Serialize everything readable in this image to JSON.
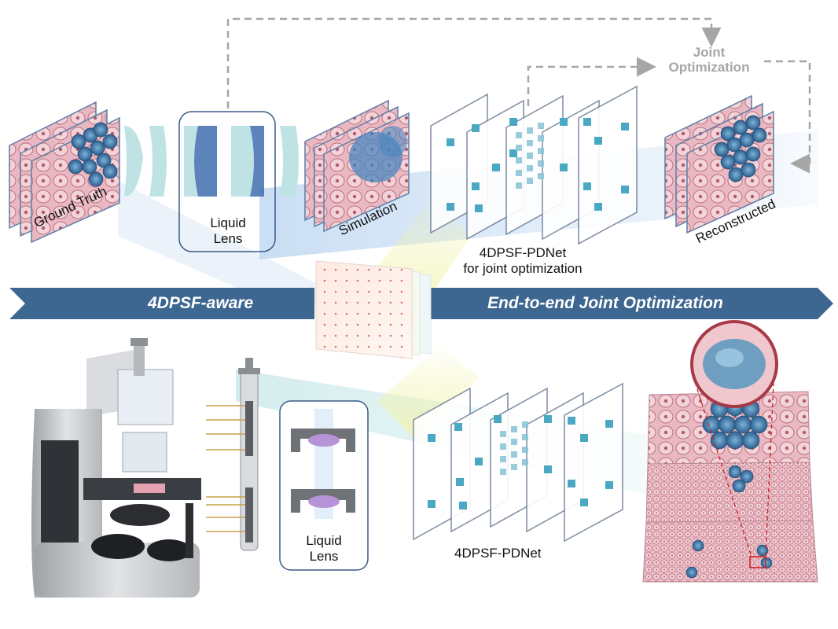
{
  "top": {
    "ground_truth": "Ground Truth",
    "liquid_lens_line1": "Liquid",
    "liquid_lens_line2": "Lens",
    "simulation": "Simulation",
    "network_line1": "4DPSF-PDNet",
    "network_line2": "for joint optimization",
    "reconstructed": "Reconstructed",
    "joint_line1": "Joint",
    "joint_line2": "Optimization"
  },
  "banner": {
    "left": "4DPSF-aware",
    "right": "End-to-end Joint Optimization",
    "color": "#3d6690"
  },
  "bottom": {
    "liquid_lens_line1": "Liquid",
    "liquid_lens_line2": "Lens",
    "network": "4DPSF-PDNet"
  },
  "colors": {
    "tissue": "#e8b7c0",
    "cells_blue": "#4a86bf",
    "lens": "#bfe3e4",
    "lens_dark": "#3f6fae",
    "cube": "#4aa8c2",
    "dashed": "#a6a6a6"
  }
}
